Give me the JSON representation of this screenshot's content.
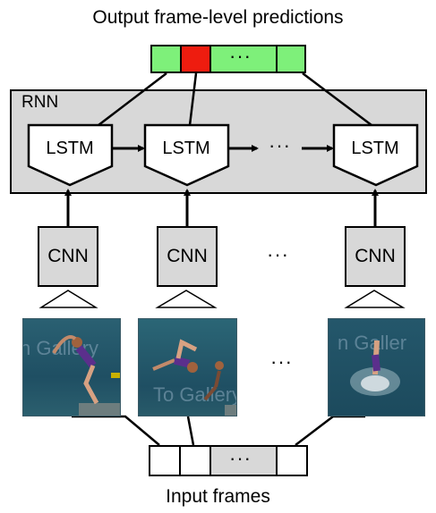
{
  "title": "Output frame-level predictions",
  "caption": "Input frames",
  "rnn_label": "RNN",
  "lstm_label": "LSTM",
  "cnn_label": "CNN",
  "ellipsis": "···",
  "frame_watermarks": [
    "n Gallery",
    "To Gallery",
    "n Galler"
  ],
  "colors": {
    "prediction_green": "#7ef07a",
    "prediction_red": "#ee1c0f",
    "box_fill": "#d8d8d8",
    "pool_water": "#1f4f63"
  }
}
